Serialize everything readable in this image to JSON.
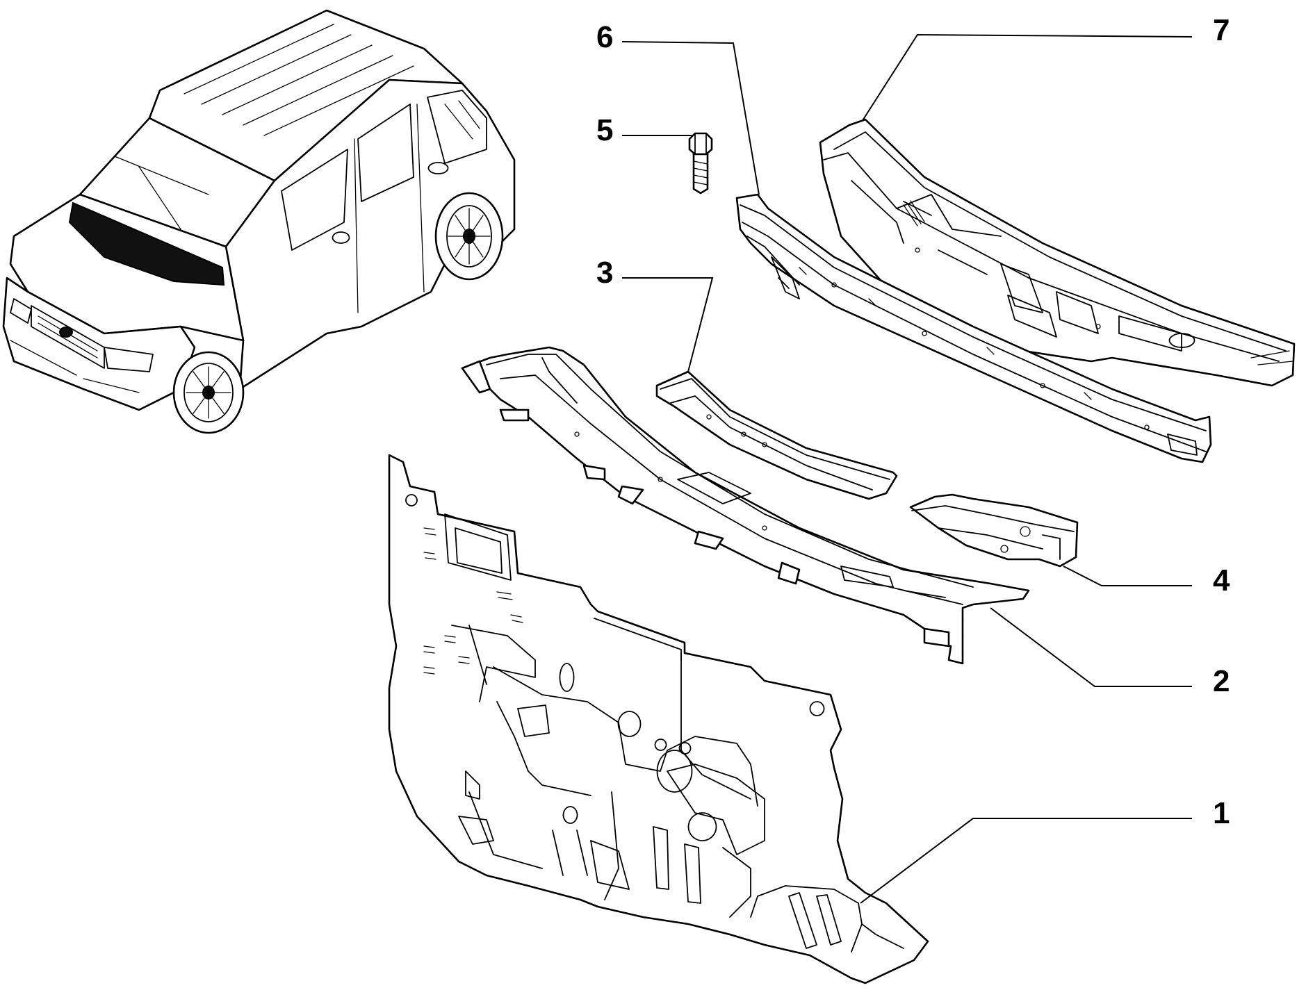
{
  "callouts": [
    {
      "id": "1",
      "label": "1"
    },
    {
      "id": "2",
      "label": "2"
    },
    {
      "id": "3",
      "label": "3"
    },
    {
      "id": "4",
      "label": "4"
    },
    {
      "id": "5",
      "label": "5"
    },
    {
      "id": "6",
      "label": "6"
    },
    {
      "id": "7",
      "label": "7"
    }
  ],
  "colors": {
    "line": "#000000",
    "background": "#ffffff",
    "highlight": "#111111"
  }
}
